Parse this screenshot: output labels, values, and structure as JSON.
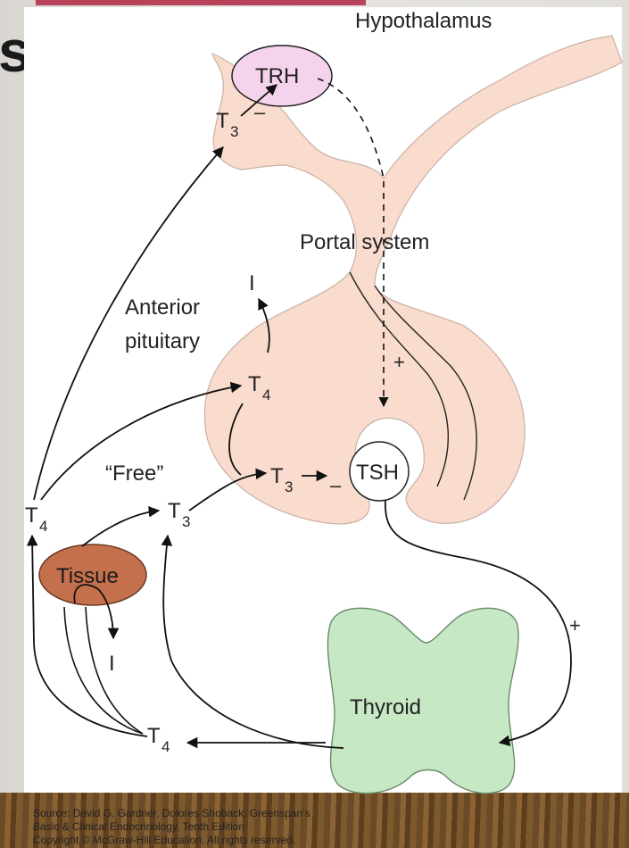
{
  "slide": {
    "title_fragment": "s"
  },
  "diagram": {
    "hypothalamus": "Hypothalamus",
    "trh": "TRH",
    "portal_system": "Portal system",
    "anterior_pituitary": [
      "Anterior",
      "pituitary"
    ],
    "free": "“Free”",
    "tsh": "TSH",
    "tissue": "Tissue",
    "thyroid": "Thyroid",
    "t": "T",
    "sub3": "3",
    "sub4": "4",
    "iodide": "I",
    "plus": "+",
    "minus": "–",
    "colors": {
      "tissue_fill": "#c5704d",
      "trh_fill": "#f6d3ec",
      "thyroid_fill": "#c6e8c4",
      "pituitary_fill": "#f9dccd"
    }
  },
  "source": {
    "line1": "Source: David G. Gardner, Dolores Shoback: Greenspan’s",
    "line2": "Basic & Clinical Endocrinology, Tenth Edition",
    "line3": "Copyright © McGraw-Hill Education. All rights reserved."
  }
}
